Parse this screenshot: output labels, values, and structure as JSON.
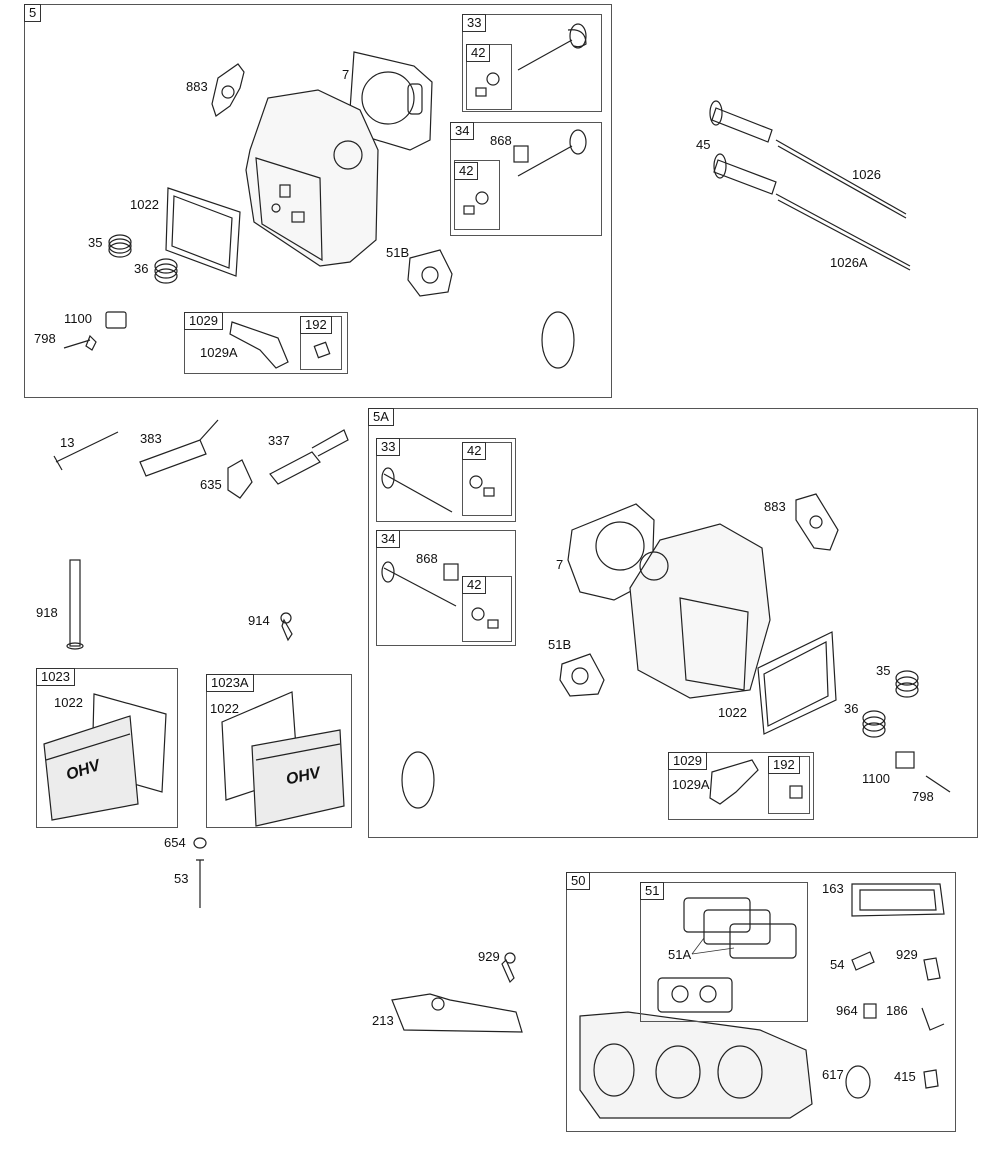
{
  "groups": {
    "g5": "5",
    "g33a": "33",
    "g42a": "42",
    "g34a": "34",
    "g42b": "42",
    "g1029a": "1029",
    "g192a": "192",
    "g5A": "5A",
    "g33b": "33",
    "g42c": "42",
    "g34b": "34",
    "g42d": "42",
    "g1029b": "1029",
    "g192b": "192",
    "g1023": "1023",
    "g1023A": "1023A",
    "g50": "50",
    "g51": "51"
  },
  "labels": {
    "l883a": "883",
    "l7a": "7",
    "l1022a": "1022",
    "l35a": "35",
    "l36a": "36",
    "l1100a": "1100",
    "l798a": "798",
    "l1029Aa": "1029A",
    "l51Ba": "51B",
    "l868a": "868",
    "l45": "45",
    "l1026": "1026",
    "l1026A": "1026A",
    "l13": "13",
    "l383": "383",
    "l337": "337",
    "l635": "635",
    "l918": "918",
    "l914": "914",
    "l1022c": "1022",
    "l1022d": "1022",
    "l654": "654",
    "l53": "53",
    "l868b": "868",
    "l7b": "7",
    "l883b": "883",
    "l51Bb": "51B",
    "l1022b": "1022",
    "l35b": "35",
    "l36b": "36",
    "l1029Ab": "1029A",
    "l1100b": "1100",
    "l798b": "798",
    "l929a": "929",
    "l213": "213",
    "l51A": "51A",
    "l163": "163",
    "l54": "54",
    "l929b": "929",
    "l964": "964",
    "l186": "186",
    "l617": "617",
    "l415": "415"
  },
  "logo_text": "OHV",
  "colors": {
    "line": "#222222",
    "frame": "#555555",
    "fill": "#f2f2f2"
  }
}
